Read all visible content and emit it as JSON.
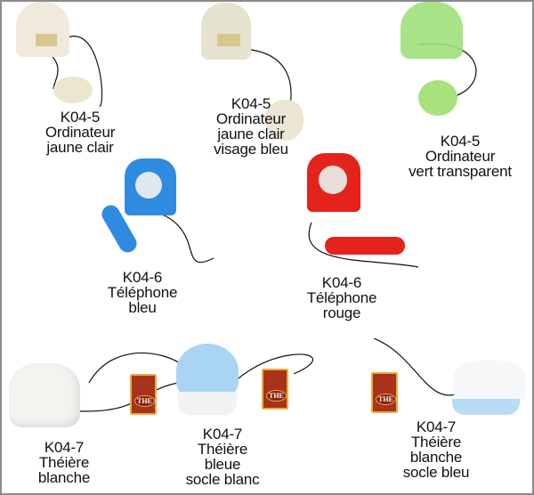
{
  "items": [
    {
      "code": "K04-5",
      "name": "Ordinateur",
      "variant": [
        "jaune clair"
      ]
    },
    {
      "code": "K04-5",
      "name": "Ordinateur",
      "variant": [
        "jaune clair",
        "visage bleu"
      ]
    },
    {
      "code": "K04-5",
      "name": "Ordinateur",
      "variant": [
        "vert transparent"
      ]
    },
    {
      "code": "K04-6",
      "name": "Téléphone",
      "variant": [
        "bleu"
      ]
    },
    {
      "code": "K04-6",
      "name": "Téléphone",
      "variant": [
        "rouge"
      ]
    },
    {
      "code": "K04-7",
      "name": "Théière",
      "variant": [
        "blanche"
      ]
    },
    {
      "code": "K04-7",
      "name": "Théière",
      "variant": [
        "bleue",
        "socle blanc"
      ]
    },
    {
      "code": "K04-7",
      "name": "Théière",
      "variant": [
        "blanche",
        "socle bleu"
      ]
    }
  ],
  "tea_box_label": "THE",
  "colors": {
    "cream": "#efeadb",
    "green": "#9ee07a",
    "blue": "#2f8be0",
    "red": "#e3231c",
    "lightblue": "#a9d4f2",
    "frame": "#8a8a8a"
  }
}
